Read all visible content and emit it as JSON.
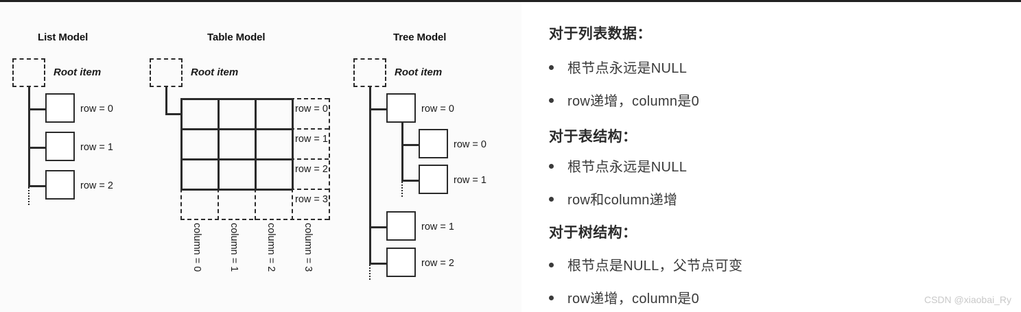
{
  "figure": {
    "background": "#fbfbfb",
    "line_color": "#2b2b2b",
    "models": [
      {
        "title": "List Model",
        "root_label": "Root item",
        "row_labels": [
          "row = 0",
          "row = 1",
          "row = 2"
        ]
      },
      {
        "title": "Table Model",
        "root_label": "Root item",
        "row_labels": [
          "row = 0",
          "row = 1",
          "row = 2",
          "row = 3"
        ],
        "column_labels": [
          "column = 0",
          "column = 1",
          "column = 2",
          "column = 3"
        ],
        "solid_cells": "3x3",
        "dashed_extent": "4x4"
      },
      {
        "title": "Tree Model",
        "root_label": "Root item",
        "top_level_row_labels": [
          "row = 0",
          "row = 1",
          "row = 2"
        ],
        "child_row_labels": [
          "row = 0",
          "row = 1"
        ]
      }
    ]
  },
  "notes": {
    "sections": [
      {
        "heading": "对于列表数据：",
        "bullets": [
          "根节点永远是NULL",
          "row递增，column是0"
        ]
      },
      {
        "heading": "对于表结构：",
        "bullets": [
          "根节点永远是NULL",
          "row和column递增"
        ]
      },
      {
        "heading": "对于树结构：",
        "bullets": [
          "根节点是NULL，父节点可变",
          "row递增，column是0"
        ]
      }
    ]
  },
  "watermark": "CSDN @xiaobai_Ry"
}
